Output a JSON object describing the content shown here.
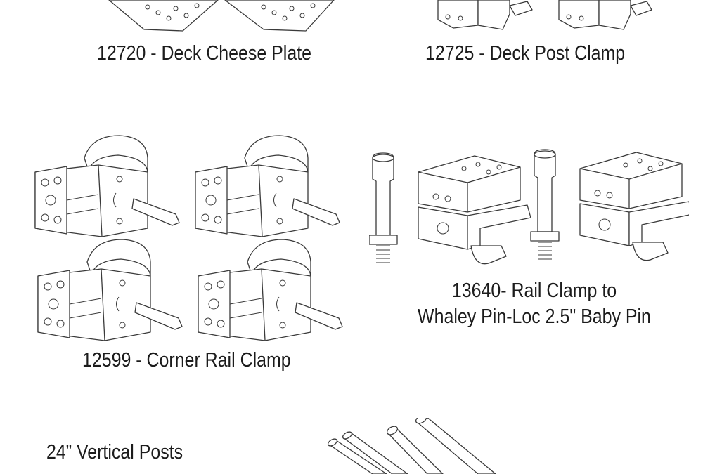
{
  "products": [
    {
      "caption": "12720 - Deck Cheese Plate"
    },
    {
      "caption": "12725 - Deck Post Clamp"
    },
    {
      "caption": "12599 - Corner Rail Clamp"
    },
    {
      "caption_lines": [
        "13640- Rail Clamp to",
        "Whaley Pin-Loc 2.5\" Baby Pin"
      ]
    },
    {
      "caption": "24” Vertical Posts"
    }
  ]
}
